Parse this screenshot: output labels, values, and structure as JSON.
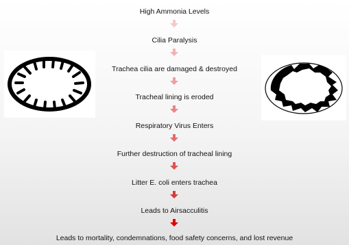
{
  "steps": [
    "High Ammonia Levels",
    "Cilia Paralysis",
    "Trachea cilia are damaged & destroyed",
    "Tracheal lining is eroded",
    "Respiratory Virus Enters",
    "Further destruction of tracheal lining",
    "Litter E. coli enters trachea",
    "Leads to Airsacculitis",
    "Leads to mortality, condemnations, food safety concerns, and lost revenue"
  ],
  "arrow_colors": [
    "#f6c7c7",
    "#f2b3b3",
    "#ee9f9f",
    "#e88585",
    "#e36d6d",
    "#de5353",
    "#d93a3a",
    "#dd0000"
  ],
  "arrow_icon": "down-arrow-icon",
  "images": {
    "left": "healthy-trachea-cross-section",
    "right": "damaged-trachea-cross-section"
  }
}
